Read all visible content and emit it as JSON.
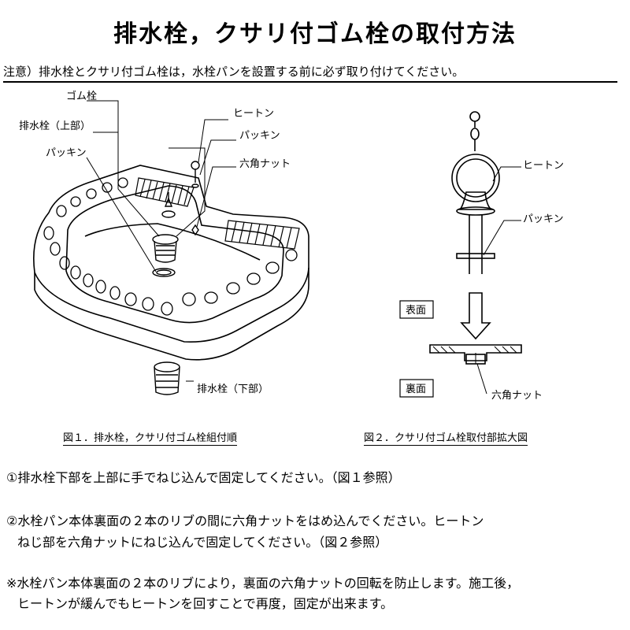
{
  "title": "排水栓，クサリ付ゴム栓の取付方法",
  "notice": "注意）排水栓とクサリ付ゴム栓は，水栓パンを設置する前に必ず取り付けてください。",
  "figure1": {
    "labels": {
      "gom": "ゴム栓",
      "drain_upper": "排水栓（上部）",
      "packing": "パッキン",
      "hiton": "ヒートン",
      "packing2": "パッキン",
      "hexnut": "六角ナット",
      "drain_lower": "排水栓（下部）"
    },
    "caption": "図１．排水栓，クサリ付ゴム栓組付順"
  },
  "figure2": {
    "labels": {
      "hiton": "ヒートン",
      "packing": "パッキン",
      "front": "表面",
      "back": "裏面",
      "hexnut": "六角ナット"
    },
    "caption": "図２．クサリ付ゴム栓取付部拡大図"
  },
  "steps": {
    "step1": "①排水栓下部を上部に手でねじ込んで固定してください。（図１参照）",
    "step2_line1": "②水栓パン本体裏面の２本のリブの間に六角ナットをはめ込んでください。ヒートン",
    "step2_line2": "ねじ部を六角ナットにねじ込んで固定してください。（図２参照）",
    "note_line1": "※水栓パン本体裏面の２本のリブにより，裏面の六角ナットの回転を防止します。施工後，",
    "note_line2": "ヒートンが緩んでもヒートンを回すことで再度，固定が出来ます。"
  }
}
